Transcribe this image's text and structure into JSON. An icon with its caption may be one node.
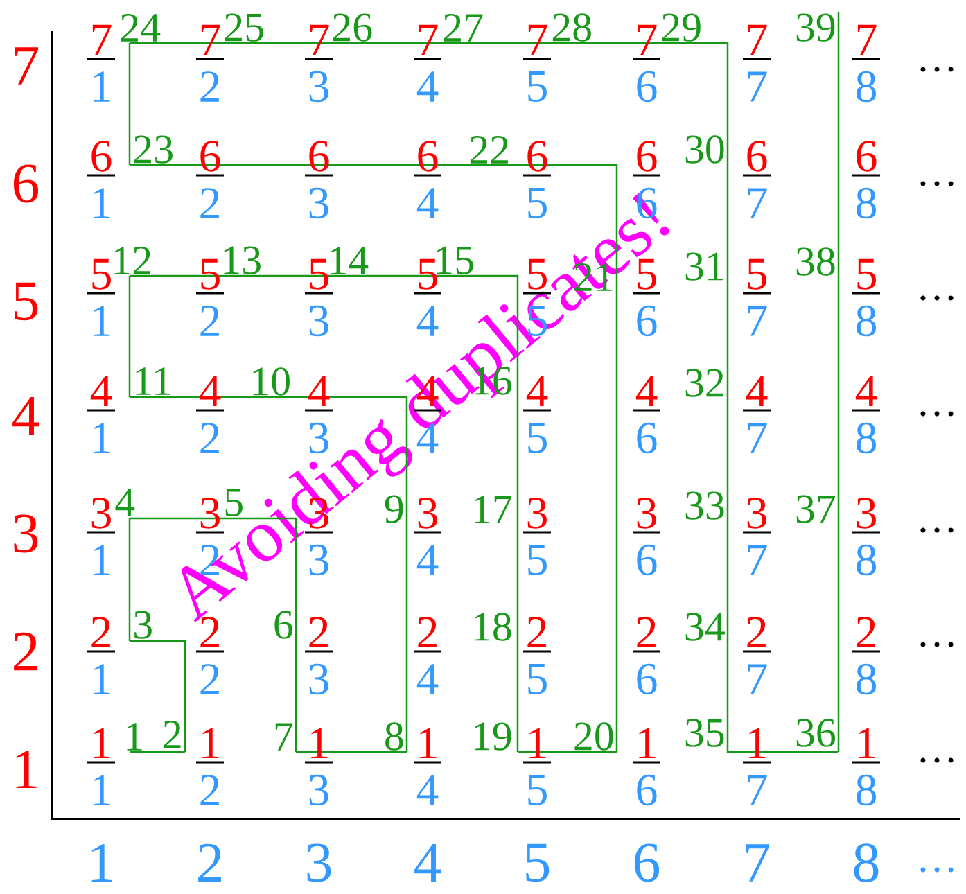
{
  "diagram": {
    "nodes": [
      {
        "text": [
          "1"
        ]
      },
      {
        "text": [
          "2"
        ]
      },
      {
        "text": [
          "3"
        ]
      },
      {
        "text": [
          "4"
        ]
      },
      {
        "text": [
          "5"
        ]
      },
      {
        "text": [
          "6"
        ]
      },
      {
        "text": [
          "7"
        ]
      },
      {
        "text": [
          "8"
        ]
      },
      {
        "text": [
          "9"
        ]
      },
      {
        "text": [
          "10"
        ]
      },
      {
        "text": [
          "11"
        ]
      },
      {
        "text": [
          "12"
        ]
      },
      {
        "text": [
          "13"
        ]
      },
      {
        "text": [
          "14"
        ]
      },
      {
        "text": [
          "15"
        ]
      },
      {
        "text": [
          "16"
        ]
      },
      {
        "text": [
          "17"
        ]
      },
      {
        "text": [
          "18"
        ]
      },
      {
        "text": [
          "19"
        ]
      },
      {
        "text": [
          "20"
        ]
      },
      {
        "text": [
          "21"
        ]
      },
      {
        "text": [
          "22"
        ]
      },
      {
        "text": [
          "23"
        ]
      },
      {
        "text": [
          "24"
        ]
      },
      {
        "text": [
          "25"
        ]
      },
      {
        "text": [
          "26"
        ]
      },
      {
        "text": [
          "27"
        ]
      },
      {
        "text": [
          "28"
        ]
      },
      {
        "text": [
          "29"
        ]
      },
      {
        "text": [
          "30"
        ]
      },
      {
        "text": [
          "31"
        ]
      },
      {
        "text": [
          "32"
        ]
      },
      {
        "text": [
          "33"
        ]
      },
      {
        "text": [
          "34"
        ]
      },
      {
        "text": [
          "35"
        ]
      },
      {
        "text": [
          "36"
        ]
      },
      {
        "text": [
          "37"
        ]
      },
      {
        "text": [
          "38"
        ]
      },
      {
        "text": [
          "39"
        ]
      }
    ],
    "edges": [
      {
        "from": 0,
        "to": 1,
        "arrow": "none"
      },
      {
        "from": 1,
        "to": 2,
        "arrow": "none"
      },
      {
        "from": 2,
        "to": 3,
        "arrow": "none"
      },
      {
        "from": 3,
        "to": 4,
        "arrow": "none"
      },
      {
        "from": 4,
        "to": 5,
        "arrow": "none"
      },
      {
        "from": 5,
        "to": 6,
        "arrow": "none"
      },
      {
        "from": 6,
        "to": 7,
        "arrow": "none"
      },
      {
        "from": 7,
        "to": 8,
        "arrow": "none"
      },
      {
        "from": 8,
        "to": 9,
        "arrow": "none"
      },
      {
        "from": 9,
        "to": 10,
        "arrow": "none"
      },
      {
        "from": 10,
        "to": 11,
        "arrow": "none"
      },
      {
        "from": 11,
        "to": 12,
        "arrow": "none"
      },
      {
        "from": 12,
        "to": 13,
        "arrow": "none"
      },
      {
        "from": 13,
        "to": 14,
        "arrow": "none"
      },
      {
        "from": 14,
        "to": 15,
        "arrow": "none"
      },
      {
        "from": 15,
        "to": 16,
        "arrow": "none"
      },
      {
        "from": 16,
        "to": 17,
        "arrow": "none"
      },
      {
        "from": 17,
        "to": 18,
        "arrow": "none"
      },
      {
        "from": 18,
        "to": 19,
        "arrow": "none"
      },
      {
        "from": 19,
        "to": 20,
        "arrow": "none"
      },
      {
        "from": 20,
        "to": 21,
        "arrow": "none"
      },
      {
        "from": 21,
        "to": 22,
        "arrow": "none"
      },
      {
        "from": 22,
        "to": 23,
        "arrow": "none"
      },
      {
        "from": 23,
        "to": 24,
        "arrow": "none"
      },
      {
        "from": 24,
        "to": 25,
        "arrow": "none"
      },
      {
        "from": 25,
        "to": 26,
        "arrow": "none"
      },
      {
        "from": 26,
        "to": 27,
        "arrow": "none"
      },
      {
        "from": 27,
        "to": 28,
        "arrow": "none"
      },
      {
        "from": 28,
        "to": 29,
        "arrow": "none"
      },
      {
        "from": 29,
        "to": 30,
        "arrow": "none"
      },
      {
        "from": 30,
        "to": 31,
        "arrow": "none"
      },
      {
        "from": 31,
        "to": 32,
        "arrow": "none"
      },
      {
        "from": 32,
        "to": 33,
        "arrow": "none"
      },
      {
        "from": 33,
        "to": 34,
        "arrow": "none"
      },
      {
        "from": 34,
        "to": 35,
        "arrow": "none"
      },
      {
        "from": 35,
        "to": 36,
        "arrow": "none"
      },
      {
        "from": 36,
        "to": 37,
        "arrow": "none"
      },
      {
        "from": 37,
        "to": 38,
        "arrow": "none"
      }
    ],
    "labels": [
      "7",
      "7",
      "1",
      "7",
      "2",
      "7",
      "3",
      "7",
      "4",
      "7",
      "5",
      "7",
      "6",
      "7",
      "7",
      "7",
      "8",
      "…",
      "6",
      "6",
      "1",
      "6",
      "2",
      "6",
      "3",
      "6",
      "4",
      "6",
      "5",
      "6",
      "6",
      "6",
      "7",
      "6",
      "8",
      "…",
      "5",
      "5",
      "1",
      "5",
      "2",
      "5",
      "3",
      "5",
      "4",
      "5",
      "5",
      "5",
      "6",
      "5",
      "7",
      "5",
      "8",
      "…",
      "4",
      "4",
      "1",
      "4",
      "2",
      "4",
      "3",
      "4",
      "4",
      "4",
      "5",
      "4",
      "6",
      "4",
      "7",
      "4",
      "8",
      "…",
      "3",
      "3",
      "1",
      "3",
      "2",
      "3",
      "3",
      "3",
      "4",
      "3",
      "5",
      "3",
      "6",
      "3",
      "7",
      "3",
      "8",
      "…",
      "2",
      "2",
      "1",
      "2",
      "2",
      "2",
      "3",
      "2",
      "4",
      "2",
      "5",
      "2",
      "6",
      "2",
      "7",
      "2",
      "8",
      "…",
      "1",
      "1",
      "1",
      "1",
      "2",
      "1",
      "3",
      "1",
      "4",
      "1",
      "5",
      "1",
      "6",
      "1",
      "7",
      "1",
      "8",
      "…",
      "1",
      "2",
      "3",
      "4",
      "5",
      "6",
      "7",
      "8",
      "…",
      "Avoiding duplicates!"
    ]
  }
}
